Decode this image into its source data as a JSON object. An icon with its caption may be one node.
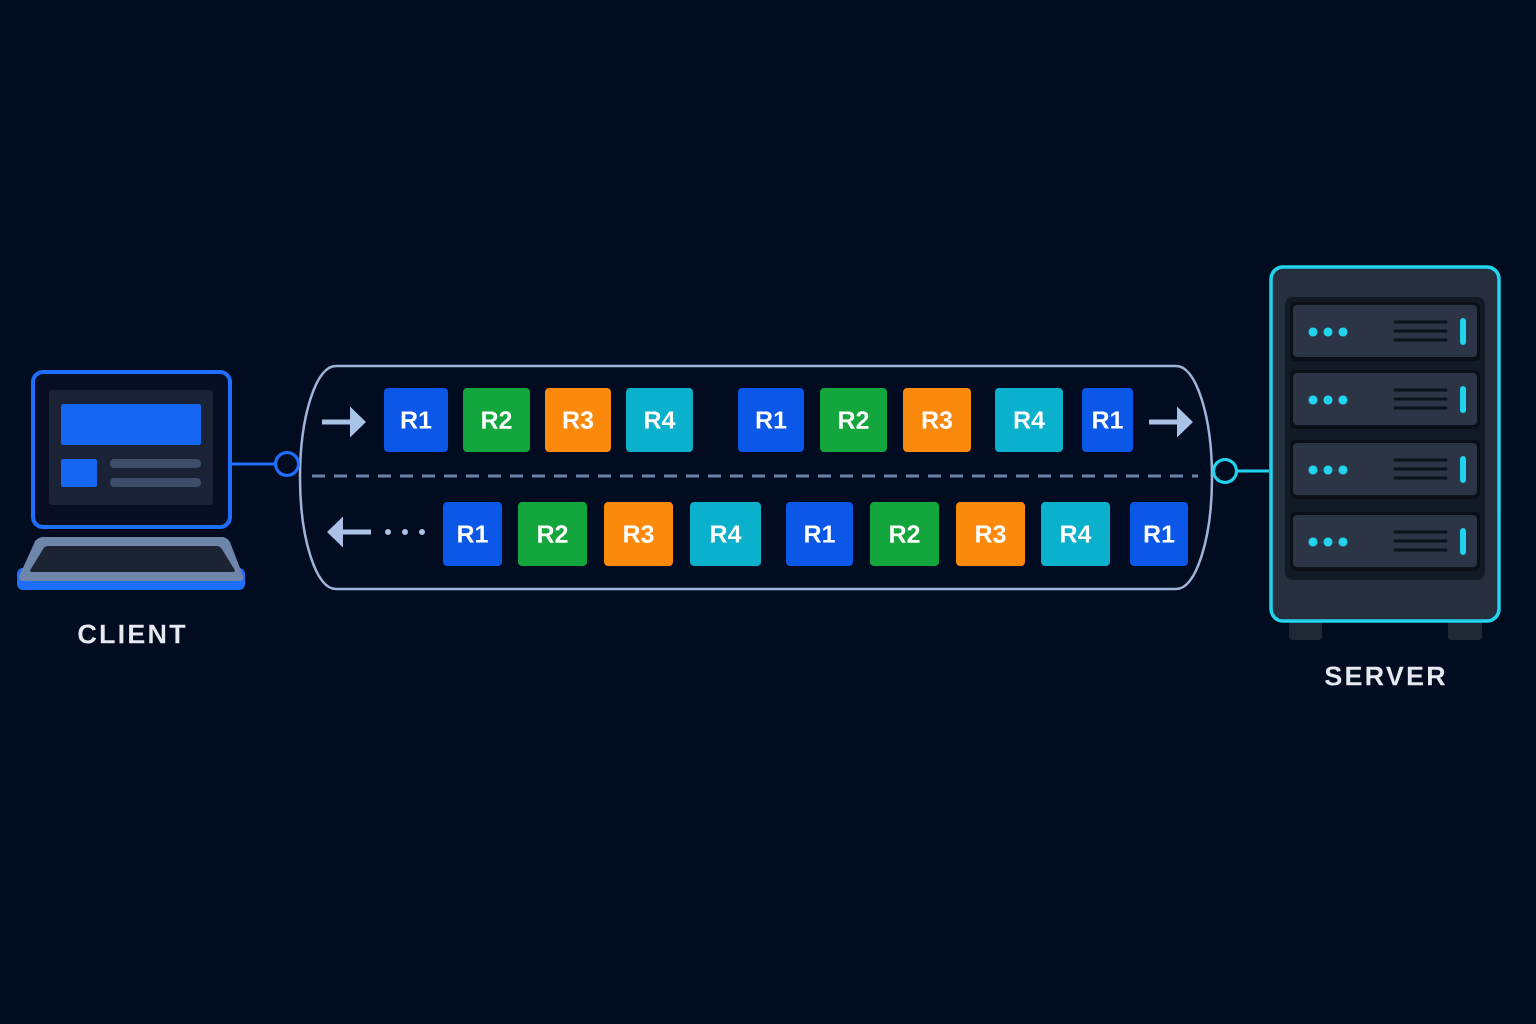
{
  "diagram": {
    "nodes": [
      {
        "text": [],
        "shape": "picture",
        "beside": [
          "CLIENT"
        ]
      },
      {
        "text": [],
        "shape": "capsule"
      },
      {
        "text": [
          "R1"
        ],
        "in": 1
      },
      {
        "text": [
          "R2"
        ],
        "in": 1
      },
      {
        "text": [
          "R3"
        ],
        "in": 1
      },
      {
        "text": [
          "R4"
        ],
        "in": 1
      },
      {
        "text": [
          "R1"
        ],
        "in": 1
      },
      {
        "text": [
          "R2"
        ],
        "in": 1
      },
      {
        "text": [
          "R3"
        ],
        "in": 1
      },
      {
        "text": [
          "R4"
        ],
        "in": 1
      },
      {
        "text": [
          "R1"
        ],
        "in": 1
      },
      {
        "text": [
          "R1"
        ],
        "in": 1
      },
      {
        "text": [
          "R2"
        ],
        "in": 1
      },
      {
        "text": [
          "R3"
        ],
        "in": 1
      },
      {
        "text": [
          "R4"
        ],
        "in": 1
      },
      {
        "text": [
          "R1"
        ],
        "in": 1
      },
      {
        "text": [
          "R2"
        ],
        "in": 1
      },
      {
        "text": [
          "R3"
        ],
        "in": 1
      },
      {
        "text": [
          "R4"
        ],
        "in": 1
      },
      {
        "text": [
          "R1"
        ],
        "in": 1
      },
      {
        "text": [],
        "shape": "picture",
        "beside": [
          "SERVER"
        ]
      }
    ],
    "edges": [
      {
        "from": 0,
        "to": 1,
        "arrow": "other",
        "color": "#1f6fff"
      },
      {
        "from": 20,
        "to": 1,
        "arrow": "other",
        "color": "#22d3ee"
      }
    ]
  }
}
